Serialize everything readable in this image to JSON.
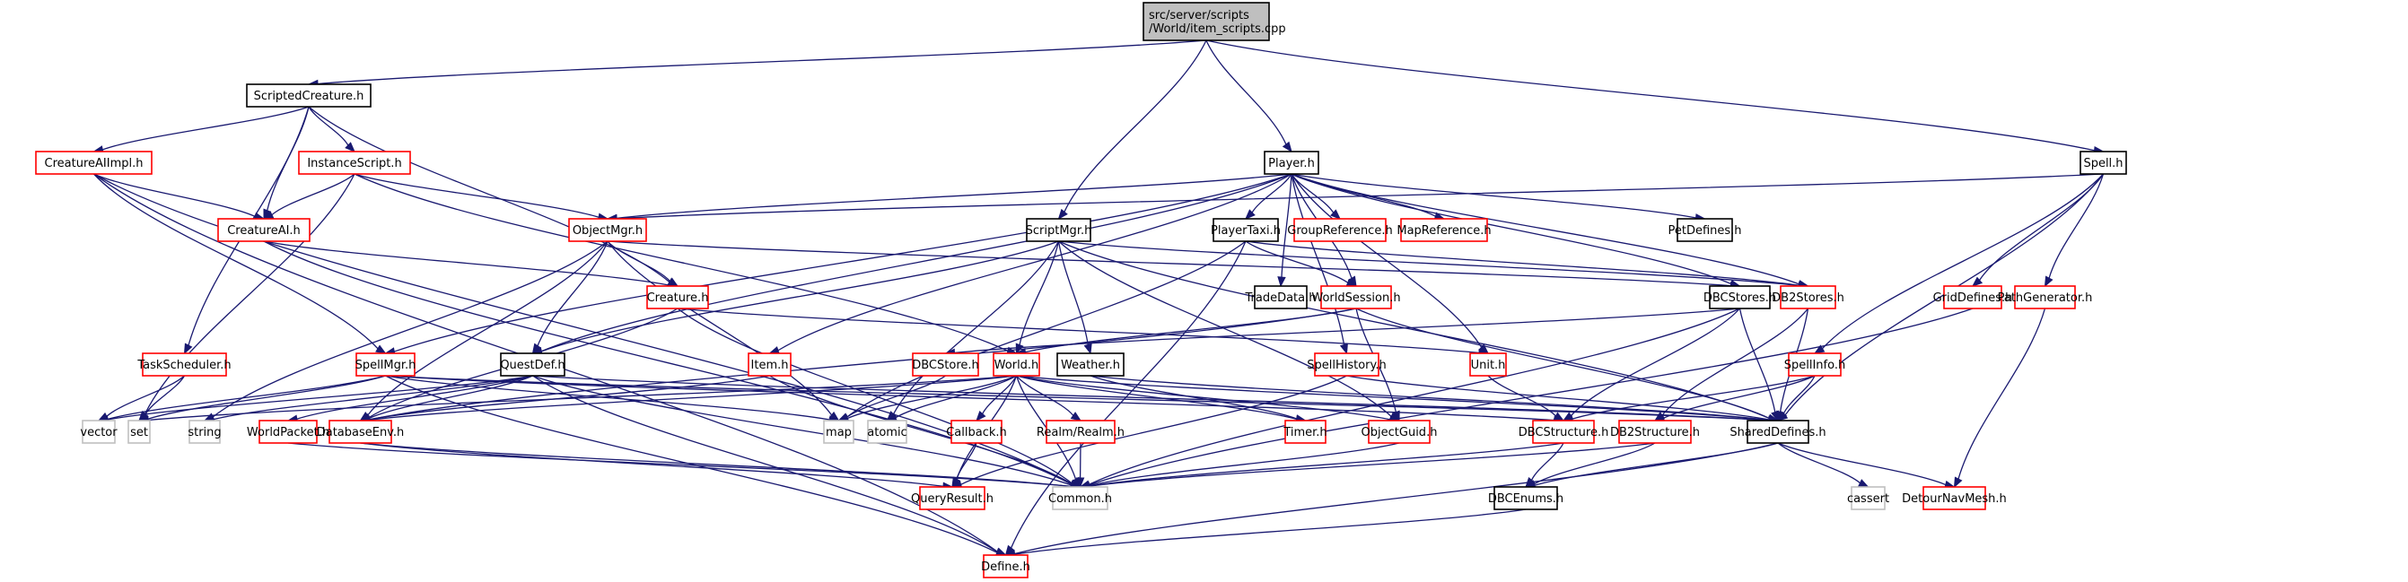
{
  "graph": {
    "title": "src/server/scripts/World/item_scripts.cpp",
    "colors": {
      "edge": "#191970",
      "root_fill": "#bfbfbf",
      "documented_border": "#000000",
      "undocumented_border": "#ff0000",
      "external_border": "#bfbfbf"
    },
    "nodes": [
      {
        "id": "root",
        "label": [
          "src/server/scripts",
          "/World/item_scripts.cpp"
        ],
        "kind": "root"
      },
      {
        "id": "ScriptedCreature",
        "label": [
          "ScriptedCreature.h"
        ],
        "kind": "black"
      },
      {
        "id": "Player",
        "label": [
          "Player.h"
        ],
        "kind": "black"
      },
      {
        "id": "Spell",
        "label": [
          "Spell.h"
        ],
        "kind": "black"
      },
      {
        "id": "CreatureAIImpl",
        "label": [
          "CreatureAIImpl.h"
        ],
        "kind": "red"
      },
      {
        "id": "InstanceScript",
        "label": [
          "InstanceScript.h"
        ],
        "kind": "red"
      },
      {
        "id": "CreatureAI",
        "label": [
          "CreatureAI.h"
        ],
        "kind": "red"
      },
      {
        "id": "ObjectMgr",
        "label": [
          "ObjectMgr.h"
        ],
        "kind": "red"
      },
      {
        "id": "ScriptMgr",
        "label": [
          "ScriptMgr.h"
        ],
        "kind": "black"
      },
      {
        "id": "PlayerTaxi",
        "label": [
          "PlayerTaxi.h"
        ],
        "kind": "black"
      },
      {
        "id": "GroupReference",
        "label": [
          "GroupReference.h"
        ],
        "kind": "red"
      },
      {
        "id": "MapReference",
        "label": [
          "MapReference.h"
        ],
        "kind": "red"
      },
      {
        "id": "PetDefines",
        "label": [
          "PetDefines.h"
        ],
        "kind": "black"
      },
      {
        "id": "Creature",
        "label": [
          "Creature.h"
        ],
        "kind": "red"
      },
      {
        "id": "TradeData",
        "label": [
          "TradeData.h"
        ],
        "kind": "black"
      },
      {
        "id": "WorldSession",
        "label": [
          "WorldSession.h"
        ],
        "kind": "red"
      },
      {
        "id": "DBCStores",
        "label": [
          "DBCStores.h"
        ],
        "kind": "black"
      },
      {
        "id": "DB2Stores",
        "label": [
          "DB2Stores.h"
        ],
        "kind": "red"
      },
      {
        "id": "GridDefines",
        "label": [
          "GridDefines.h"
        ],
        "kind": "red"
      },
      {
        "id": "PathGenerator",
        "label": [
          "PathGenerator.h"
        ],
        "kind": "red"
      },
      {
        "id": "TaskScheduler",
        "label": [
          "TaskScheduler.h"
        ],
        "kind": "red"
      },
      {
        "id": "SpellMgr",
        "label": [
          "SpellMgr.h"
        ],
        "kind": "red"
      },
      {
        "id": "QuestDef",
        "label": [
          "QuestDef.h"
        ],
        "kind": "black"
      },
      {
        "id": "Item",
        "label": [
          "Item.h"
        ],
        "kind": "red"
      },
      {
        "id": "DBCStore",
        "label": [
          "DBCStore.h"
        ],
        "kind": "red"
      },
      {
        "id": "World",
        "label": [
          "World.h"
        ],
        "kind": "red"
      },
      {
        "id": "Weather",
        "label": [
          "Weather.h"
        ],
        "kind": "black"
      },
      {
        "id": "SpellHistory",
        "label": [
          "SpellHistory.h"
        ],
        "kind": "red"
      },
      {
        "id": "Unit",
        "label": [
          "Unit.h"
        ],
        "kind": "red"
      },
      {
        "id": "SpellInfo",
        "label": [
          "SpellInfo.h"
        ],
        "kind": "red"
      },
      {
        "id": "vector",
        "label": [
          "vector"
        ],
        "kind": "gray"
      },
      {
        "id": "set",
        "label": [
          "set"
        ],
        "kind": "gray"
      },
      {
        "id": "string",
        "label": [
          "string"
        ],
        "kind": "gray"
      },
      {
        "id": "WorldPacket",
        "label": [
          "WorldPacket.h"
        ],
        "kind": "red"
      },
      {
        "id": "DatabaseEnv",
        "label": [
          "DatabaseEnv.h"
        ],
        "kind": "red"
      },
      {
        "id": "map",
        "label": [
          "map"
        ],
        "kind": "gray"
      },
      {
        "id": "atomic",
        "label": [
          "atomic"
        ],
        "kind": "gray"
      },
      {
        "id": "Callback",
        "label": [
          "Callback.h"
        ],
        "kind": "red"
      },
      {
        "id": "Realm",
        "label": [
          "Realm/Realm.h"
        ],
        "kind": "red"
      },
      {
        "id": "Timer",
        "label": [
          "Timer.h"
        ],
        "kind": "red"
      },
      {
        "id": "ObjectGuid",
        "label": [
          "ObjectGuid.h"
        ],
        "kind": "red"
      },
      {
        "id": "DBCStructure",
        "label": [
          "DBCStructure.h"
        ],
        "kind": "red"
      },
      {
        "id": "DB2Structure",
        "label": [
          "DB2Structure.h"
        ],
        "kind": "red"
      },
      {
        "id": "SharedDefines",
        "label": [
          "SharedDefines.h"
        ],
        "kind": "black"
      },
      {
        "id": "QueryResult",
        "label": [
          "QueryResult.h"
        ],
        "kind": "red"
      },
      {
        "id": "Common",
        "label": [
          "Common.h"
        ],
        "kind": "gray"
      },
      {
        "id": "DBCEnums",
        "label": [
          "DBCEnums.h"
        ],
        "kind": "black"
      },
      {
        "id": "cassert",
        "label": [
          "cassert"
        ],
        "kind": "gray"
      },
      {
        "id": "DetourNavMesh",
        "label": [
          "DetourNavMesh.h"
        ],
        "kind": "red"
      },
      {
        "id": "Define",
        "label": [
          "Define.h"
        ],
        "kind": "red"
      }
    ],
    "edges": [
      [
        "root",
        "ScriptedCreature"
      ],
      [
        "root",
        "Player"
      ],
      [
        "root",
        "ScriptMgr"
      ],
      [
        "root",
        "Spell"
      ],
      [
        "ScriptedCreature",
        "CreatureAIImpl"
      ],
      [
        "ScriptedCreature",
        "InstanceScript"
      ],
      [
        "ScriptedCreature",
        "CreatureAI"
      ],
      [
        "ScriptedCreature",
        "Creature"
      ],
      [
        "ScriptedCreature",
        "TaskScheduler"
      ],
      [
        "CreatureAIImpl",
        "CreatureAI"
      ],
      [
        "CreatureAIImpl",
        "SpellMgr"
      ],
      [
        "CreatureAIImpl",
        "Common"
      ],
      [
        "CreatureAIImpl",
        "Define"
      ],
      [
        "InstanceScript",
        "CreatureAI"
      ],
      [
        "InstanceScript",
        "ObjectMgr"
      ],
      [
        "InstanceScript",
        "World"
      ],
      [
        "InstanceScript",
        "set"
      ],
      [
        "CreatureAI",
        "Creature"
      ],
      [
        "CreatureAI",
        "Common"
      ],
      [
        "ObjectMgr",
        "Creature"
      ],
      [
        "ObjectMgr",
        "QuestDef"
      ],
      [
        "ObjectMgr",
        "DatabaseEnv"
      ],
      [
        "ObjectMgr",
        "map"
      ],
      [
        "ObjectMgr",
        "string"
      ],
      [
        "ObjectMgr",
        "DBCStores"
      ],
      [
        "Player",
        "ObjectMgr"
      ],
      [
        "Player",
        "SpellMgr"
      ],
      [
        "Player",
        "QuestDef"
      ],
      [
        "Player",
        "PlayerTaxi"
      ],
      [
        "Player",
        "GroupReference"
      ],
      [
        "Player",
        "MapReference"
      ],
      [
        "Player",
        "PetDefines"
      ],
      [
        "Player",
        "TradeData"
      ],
      [
        "Player",
        "WorldSession"
      ],
      [
        "Player",
        "Item"
      ],
      [
        "Player",
        "DBCStores"
      ],
      [
        "Player",
        "DB2Stores"
      ],
      [
        "Player",
        "Unit"
      ],
      [
        "Player",
        "SpellHistory"
      ],
      [
        "PlayerTaxi",
        "DB2Stores"
      ],
      [
        "PlayerTaxi",
        "WorldSession"
      ],
      [
        "PlayerTaxi",
        "map"
      ],
      [
        "PlayerTaxi",
        "Define"
      ],
      [
        "ScriptMgr",
        "QuestDef"
      ],
      [
        "ScriptMgr",
        "World"
      ],
      [
        "ScriptMgr",
        "Weather"
      ],
      [
        "ScriptMgr",
        "atomic"
      ],
      [
        "ScriptMgr",
        "DB2Stores"
      ],
      [
        "ScriptMgr",
        "SharedDefines"
      ],
      [
        "ScriptMgr",
        "ObjectGuid"
      ],
      [
        "Spell",
        "ObjectMgr"
      ],
      [
        "Spell",
        "GridDefines"
      ],
      [
        "Spell",
        "PathGenerator"
      ],
      [
        "Spell",
        "SpellInfo"
      ],
      [
        "Spell",
        "SharedDefines"
      ],
      [
        "Creature",
        "Unit"
      ],
      [
        "Creature",
        "DatabaseEnv"
      ],
      [
        "Creature",
        "Common"
      ],
      [
        "WorldSession",
        "World"
      ],
      [
        "WorldSession",
        "DatabaseEnv"
      ],
      [
        "WorldSession",
        "ObjectGuid"
      ],
      [
        "WorldSession",
        "SharedDefines"
      ],
      [
        "DBCStores",
        "DBCStore"
      ],
      [
        "DBCStores",
        "DBCStructure"
      ],
      [
        "DBCStores",
        "SharedDefines"
      ],
      [
        "DBCStores",
        "Common"
      ],
      [
        "DB2Stores",
        "DB2Structure"
      ],
      [
        "DB2Stores",
        "SharedDefines"
      ],
      [
        "GridDefines",
        "Common"
      ],
      [
        "PathGenerator",
        "DetourNavMesh"
      ],
      [
        "TaskScheduler",
        "vector"
      ],
      [
        "TaskScheduler",
        "set"
      ],
      [
        "SpellMgr",
        "vector"
      ],
      [
        "SpellMgr",
        "set"
      ],
      [
        "SpellMgr",
        "map"
      ],
      [
        "SpellMgr",
        "SharedDefines"
      ],
      [
        "SpellMgr",
        "Define"
      ],
      [
        "SpellMgr",
        "DBCStructure"
      ],
      [
        "QuestDef",
        "WorldPacket"
      ],
      [
        "QuestDef",
        "DatabaseEnv"
      ],
      [
        "QuestDef",
        "string"
      ],
      [
        "QuestDef",
        "vector"
      ],
      [
        "QuestDef",
        "SharedDefines"
      ],
      [
        "QuestDef",
        "Define"
      ],
      [
        "QuestDef",
        "Common"
      ],
      [
        "Item",
        "DatabaseEnv"
      ],
      [
        "Item",
        "Common"
      ],
      [
        "DBCStore",
        "map"
      ],
      [
        "World",
        "DatabaseEnv"
      ],
      [
        "World",
        "map"
      ],
      [
        "World",
        "atomic"
      ],
      [
        "World",
        "Callback"
      ],
      [
        "World",
        "Realm"
      ],
      [
        "World",
        "Timer"
      ],
      [
        "World",
        "ObjectGuid"
      ],
      [
        "World",
        "SharedDefines"
      ],
      [
        "World",
        "QueryResult"
      ],
      [
        "World",
        "Common"
      ],
      [
        "World",
        "set"
      ],
      [
        "Weather",
        "Timer"
      ],
      [
        "Weather",
        "SharedDefines"
      ],
      [
        "SpellHistory",
        "QueryResult"
      ],
      [
        "SpellHistory",
        "SharedDefines"
      ],
      [
        "Unit",
        "DBCStructure"
      ],
      [
        "SpellInfo",
        "DBCStructure"
      ],
      [
        "SpellInfo",
        "DB2Structure"
      ],
      [
        "SpellInfo",
        "SharedDefines"
      ],
      [
        "WorldPacket",
        "Common"
      ],
      [
        "DatabaseEnv",
        "QueryResult"
      ],
      [
        "DatabaseEnv",
        "Common"
      ],
      [
        "Callback",
        "QueryResult"
      ],
      [
        "Realm",
        "Common"
      ],
      [
        "ObjectGuid",
        "Common"
      ],
      [
        "DBCStructure",
        "DBCEnums"
      ],
      [
        "DBCStructure",
        "Common"
      ],
      [
        "DB2Structure",
        "DBCEnums"
      ],
      [
        "DB2Structure",
        "Common"
      ],
      [
        "SharedDefines",
        "cassert"
      ],
      [
        "SharedDefines",
        "DetourNavMesh"
      ],
      [
        "SharedDefines",
        "Define"
      ],
      [
        "SharedDefines",
        "DBCEnums"
      ],
      [
        "DBCEnums",
        "Define"
      ]
    ]
  }
}
